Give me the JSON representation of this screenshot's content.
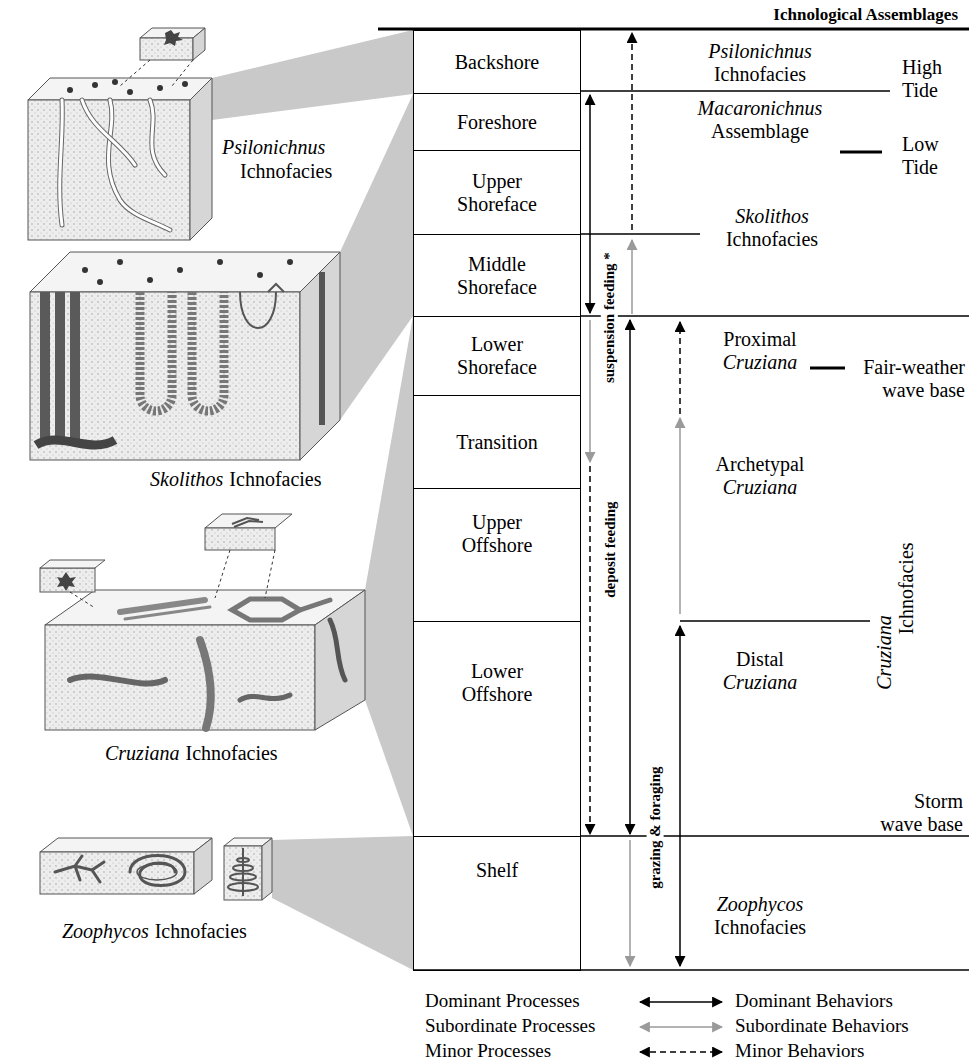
{
  "diagram": {
    "nodes": [
      {
        "text": [
          "Backshore"
        ]
      },
      {
        "text": [
          "Foreshore"
        ]
      },
      {
        "text": [
          "Upper Shoreface"
        ]
      },
      {
        "text": [
          "Middle Shoreface"
        ]
      },
      {
        "text": [
          "Lower Shoreface"
        ]
      },
      {
        "text": [
          "Transition"
        ]
      },
      {
        "text": [
          "Upper Offshore"
        ]
      },
      {
        "text": [
          "Lower Offshore"
        ]
      },
      {
        "text": [
          "Shelf"
        ]
      }
    ],
    "labels": [
      "Ichnological Assemblages",
      "Psilonichnus",
      "Ichnofacies",
      "Skolithos",
      "Ichnofacies",
      "Cruziana",
      "Ichnofacies",
      "Zoophycos",
      "Ichnofacies",
      "Psilonichnus",
      "Ichnofacies",
      "High Tide",
      "Macaronichnus",
      "Assemblage",
      "Low Tide",
      "Skolithos",
      "Ichnofacies",
      "Proximal",
      "Cruziana",
      "Fair-weather wave base",
      "Archetypal",
      "Cruziana",
      "Cruziana",
      "Ichnofacies",
      "Distal",
      "Cruziana",
      "Storm wave base",
      "Zoophycos",
      "Ichnofacies",
      "suspension feeding *",
      "deposit feeding",
      "grazing & foraging"
    ],
    "legend": [
      {
        "text": "Dominant Processes"
      },
      {
        "text": "Dominant Behaviors"
      },
      {
        "text": "Subordinate Processes"
      },
      {
        "text": "Subordinate Behaviors"
      },
      {
        "text": "Minor Processes"
      },
      {
        "text": "Minor Behaviors"
      }
    ]
  }
}
